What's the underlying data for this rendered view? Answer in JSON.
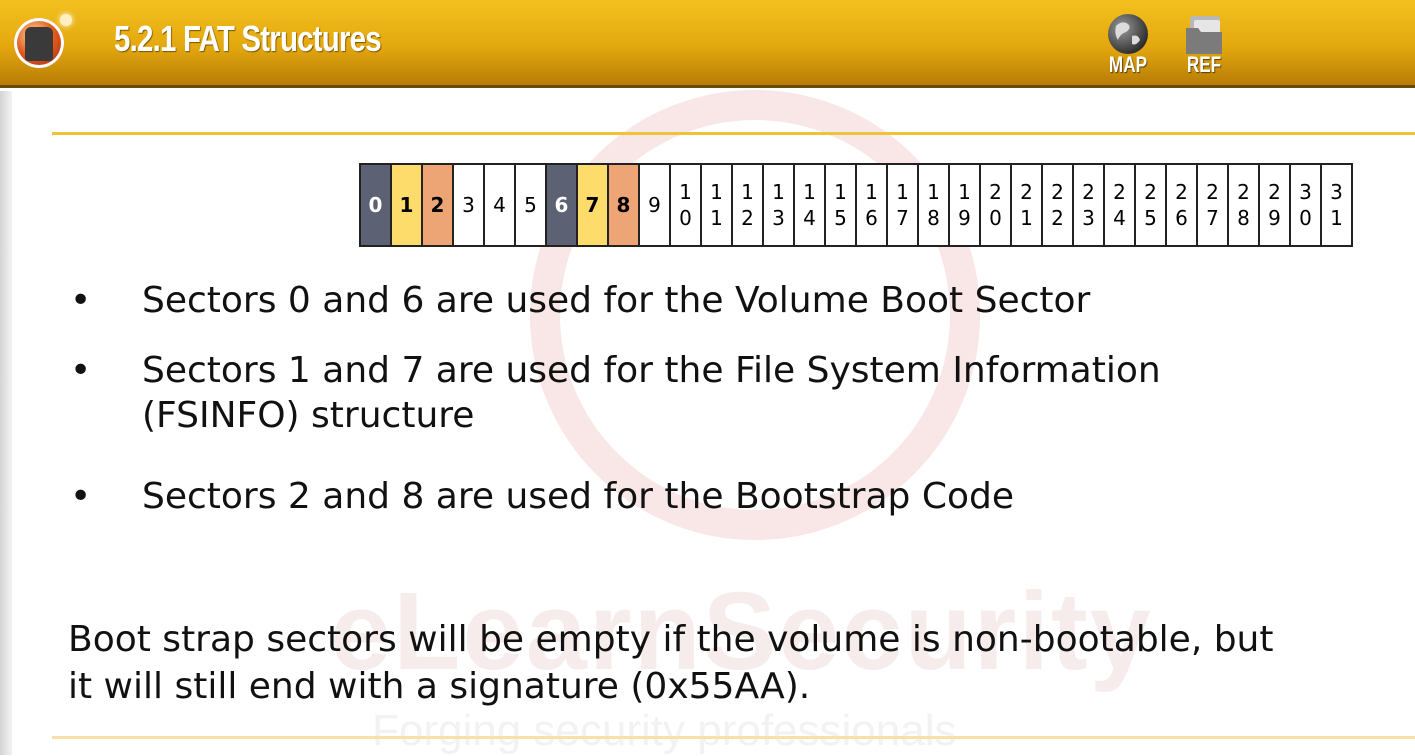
{
  "header": {
    "title": "5.2.1 FAT Structures",
    "map_label": "MAP",
    "ref_label": "REF"
  },
  "sectors": [
    {
      "label": "0",
      "type": "boot"
    },
    {
      "label": "1",
      "type": "fsinfo"
    },
    {
      "label": "2",
      "type": "code"
    },
    {
      "label": "3",
      "type": "none"
    },
    {
      "label": "4",
      "type": "none"
    },
    {
      "label": "5",
      "type": "none"
    },
    {
      "label": "6",
      "type": "boot"
    },
    {
      "label": "7",
      "type": "fsinfo"
    },
    {
      "label": "8",
      "type": "code"
    },
    {
      "label": "9",
      "type": "none"
    },
    {
      "label": "10",
      "type": "none"
    },
    {
      "label": "11",
      "type": "none"
    },
    {
      "label": "12",
      "type": "none"
    },
    {
      "label": "13",
      "type": "none"
    },
    {
      "label": "14",
      "type": "none"
    },
    {
      "label": "15",
      "type": "none"
    },
    {
      "label": "16",
      "type": "none"
    },
    {
      "label": "17",
      "type": "none"
    },
    {
      "label": "18",
      "type": "none"
    },
    {
      "label": "19",
      "type": "none"
    },
    {
      "label": "20",
      "type": "none"
    },
    {
      "label": "21",
      "type": "none"
    },
    {
      "label": "22",
      "type": "none"
    },
    {
      "label": "23",
      "type": "none"
    },
    {
      "label": "24",
      "type": "none"
    },
    {
      "label": "25",
      "type": "none"
    },
    {
      "label": "26",
      "type": "none"
    },
    {
      "label": "27",
      "type": "none"
    },
    {
      "label": "28",
      "type": "none"
    },
    {
      "label": "29",
      "type": "none"
    },
    {
      "label": "30",
      "type": "none"
    },
    {
      "label": "31",
      "type": "none"
    }
  ],
  "colors": {
    "boot": "#5c6274",
    "fsinfo": "#fedc6b",
    "code": "#eea576",
    "header_gold": "#e3a80e"
  },
  "bullets": [
    {
      "marker": "•",
      "lines": [
        "Sectors 0 and 6 are used for the Volume Boot Sector"
      ]
    },
    {
      "marker": "•",
      "lines": [
        "Sectors 1 and 7 are used for the File System Information",
        "(FSINFO) structure"
      ]
    },
    {
      "marker": "•",
      "lines": [
        "Sectors 2 and 8 are used for the Bootstrap Code"
      ]
    }
  ],
  "note": {
    "line1": "Boot strap sectors will be empty if the volume is non-bootable, but",
    "line2": "it will still end with a signature (0x55AA)."
  },
  "watermark": {
    "brand": "eLearnSecurity",
    "tagline": "Forging security professionals"
  }
}
